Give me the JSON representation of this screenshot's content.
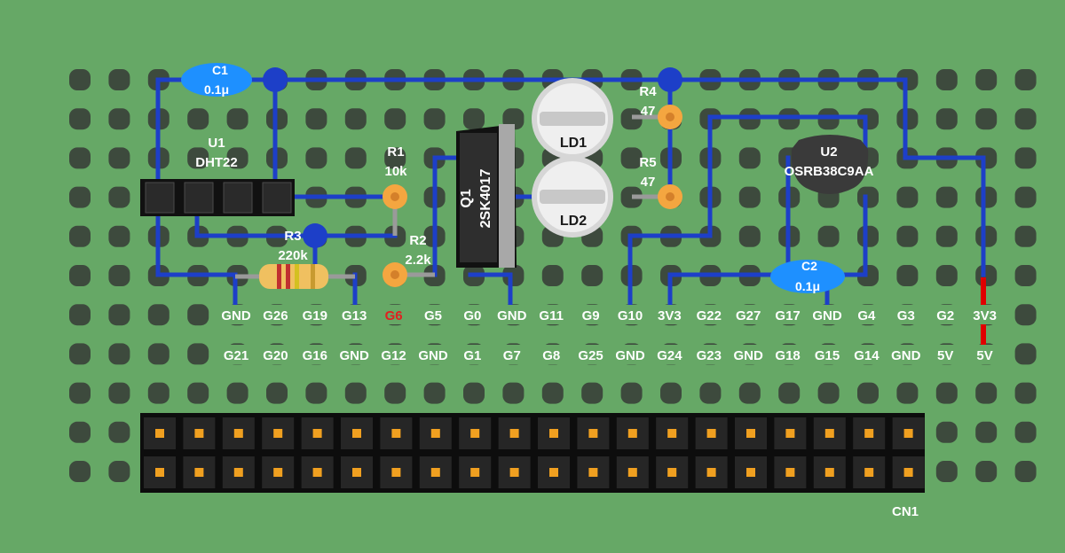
{
  "colors": {
    "board": "#66a866",
    "trace": "#1d3fc8",
    "pad": "#3d4a3d",
    "label": "#ffffff",
    "highlight_label": "#e02020",
    "power_wire": "#e00000",
    "capacitor": "#1e90ff",
    "resistor_pad": "#f4a640",
    "led": "#eaeaea",
    "header": "#111111",
    "header_pin": "#f0a020"
  },
  "components": {
    "c1": {
      "name": "C1",
      "value": "0.1μ"
    },
    "c2": {
      "name": "C2",
      "value": "0.1μ"
    },
    "u1": {
      "name": "U1",
      "value": "DHT22"
    },
    "u2": {
      "name": "U2",
      "value": "OSRB38C9AA"
    },
    "r1": {
      "name": "R1",
      "value": "10k"
    },
    "r2": {
      "name": "R2",
      "value": "2.2k"
    },
    "r3": {
      "name": "R3",
      "value": "220k"
    },
    "r4": {
      "name": "R4",
      "value": "47"
    },
    "r5": {
      "name": "R5",
      "value": "47"
    },
    "q1": {
      "name": "Q1",
      "value": "2SK4017"
    },
    "ld1": {
      "name": "LD1"
    },
    "ld2": {
      "name": "LD2"
    },
    "cn1": {
      "name": "CN1"
    }
  },
  "pin_labels_top": [
    "GND",
    "G26",
    "G19",
    "G13",
    "G6",
    "G5",
    "G0",
    "GND",
    "G11",
    "G9",
    "G10",
    "3V3",
    "G22",
    "G27",
    "G17",
    "GND",
    "G4",
    "G3",
    "G2",
    "3V3"
  ],
  "pin_labels_bottom": [
    "G21",
    "G20",
    "G16",
    "GND",
    "G12",
    "GND",
    "G1",
    "G7",
    "G8",
    "G25",
    "GND",
    "G24",
    "G23",
    "GND",
    "G18",
    "G15",
    "G14",
    "GND",
    "5V",
    "5V"
  ],
  "highlighted_pin": "G6"
}
